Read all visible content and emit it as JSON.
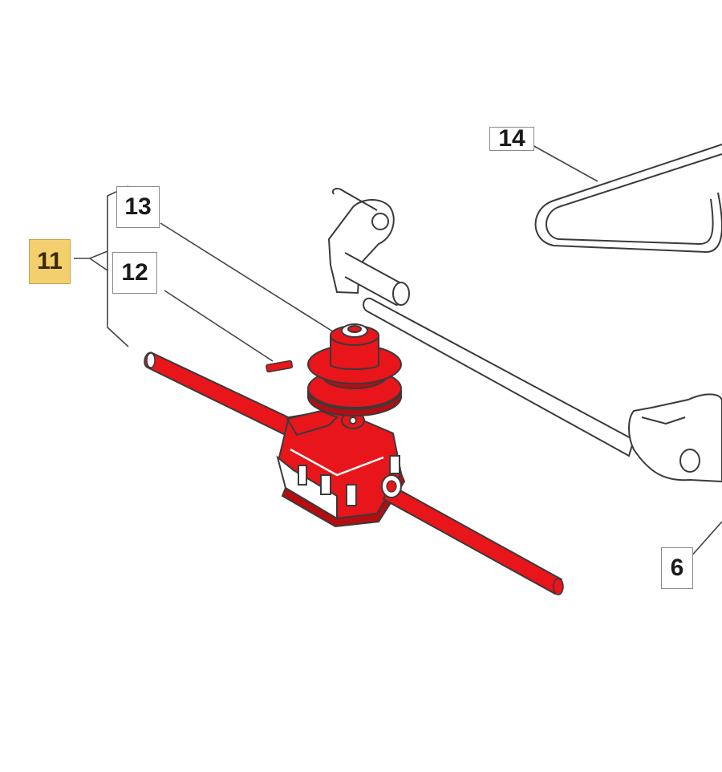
{
  "callouts": {
    "c11": "11",
    "c12": "12",
    "c13": "13",
    "c14": "14",
    "c6": "6"
  },
  "colors": {
    "part_highlight": "#e8151b",
    "part_shadow": "#b50d12",
    "outline": "#3a3a3a",
    "callout_highlight": "#f4cf6e"
  }
}
